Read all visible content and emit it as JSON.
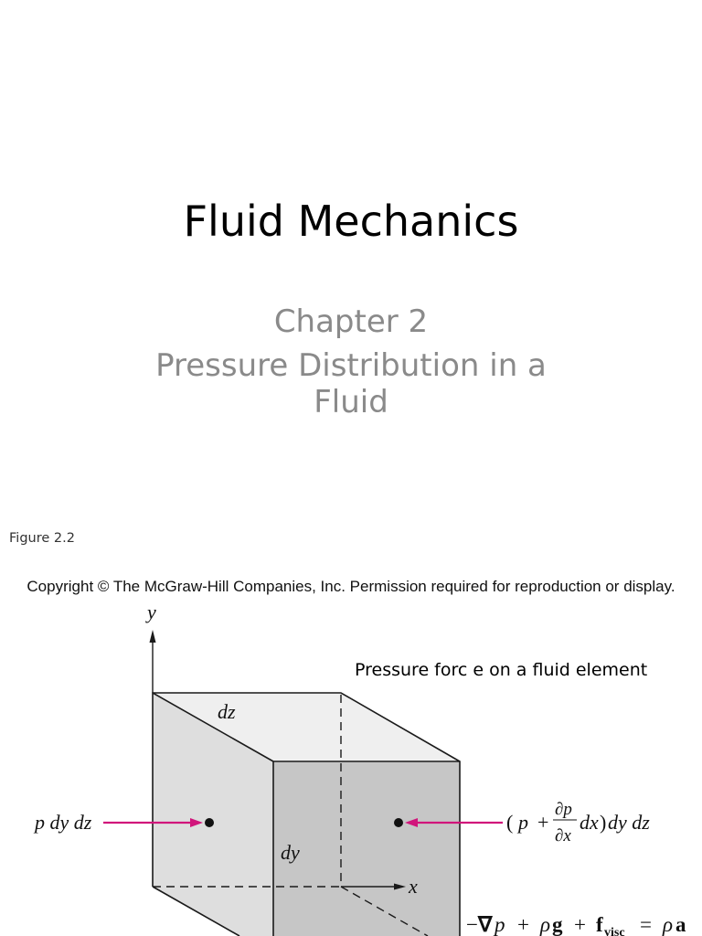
{
  "slide": {
    "title": "Fluid Mechanics",
    "chapter": "Chapter 2",
    "subtitle": "Pressure Distribution in a Fluid"
  },
  "figure": {
    "caption": "Figure 2.2",
    "copyright": "Copyright © The McGraw-Hill Companies, Inc. Permission required for reproduction or display.",
    "annotation": "Pressure forc e on a fluid element",
    "axes": {
      "y": "y",
      "x": "x"
    },
    "dims": {
      "dz": "dz",
      "dy": "dy"
    },
    "left_force": "p dy dz",
    "right_force": {
      "open": "(",
      "p": "p",
      "plus": "+",
      "numerator": "∂p",
      "denominator": "∂x",
      "dx": "dx",
      "close": ")",
      "tail": "dy dz"
    },
    "equation": {
      "minus": "−",
      "nabla": "∇",
      "p": "p",
      "plus1": "+",
      "rho1": "ρ",
      "g": "g",
      "plus2": "+",
      "f": "f",
      "visc": "visc",
      "equals": "=",
      "rho2": "ρ",
      "a": "a"
    }
  },
  "colors": {
    "force_arrow": "#d1157b",
    "top_face": "#efefef",
    "left_face": "#dedede",
    "front_face": "#c6c6c6"
  }
}
